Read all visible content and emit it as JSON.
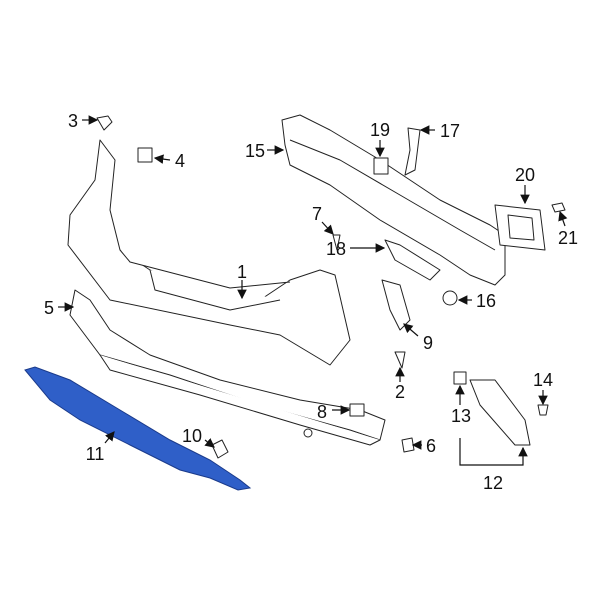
{
  "highlight_color": "#2f5fc8",
  "callouts": [
    {
      "id": "1",
      "label": "1"
    },
    {
      "id": "2",
      "label": "2"
    },
    {
      "id": "3",
      "label": "3"
    },
    {
      "id": "4",
      "label": "4"
    },
    {
      "id": "5",
      "label": "5"
    },
    {
      "id": "6",
      "label": "6"
    },
    {
      "id": "7",
      "label": "7"
    },
    {
      "id": "8",
      "label": "8"
    },
    {
      "id": "9",
      "label": "9"
    },
    {
      "id": "10",
      "label": "10"
    },
    {
      "id": "11",
      "label": "11"
    },
    {
      "id": "12",
      "label": "12"
    },
    {
      "id": "13",
      "label": "13"
    },
    {
      "id": "14",
      "label": "14"
    },
    {
      "id": "15",
      "label": "15"
    },
    {
      "id": "16",
      "label": "16"
    },
    {
      "id": "17",
      "label": "17"
    },
    {
      "id": "18",
      "label": "18"
    },
    {
      "id": "19",
      "label": "19"
    },
    {
      "id": "20",
      "label": "20"
    },
    {
      "id": "21",
      "label": "21"
    }
  ],
  "highlighted_part": "11"
}
